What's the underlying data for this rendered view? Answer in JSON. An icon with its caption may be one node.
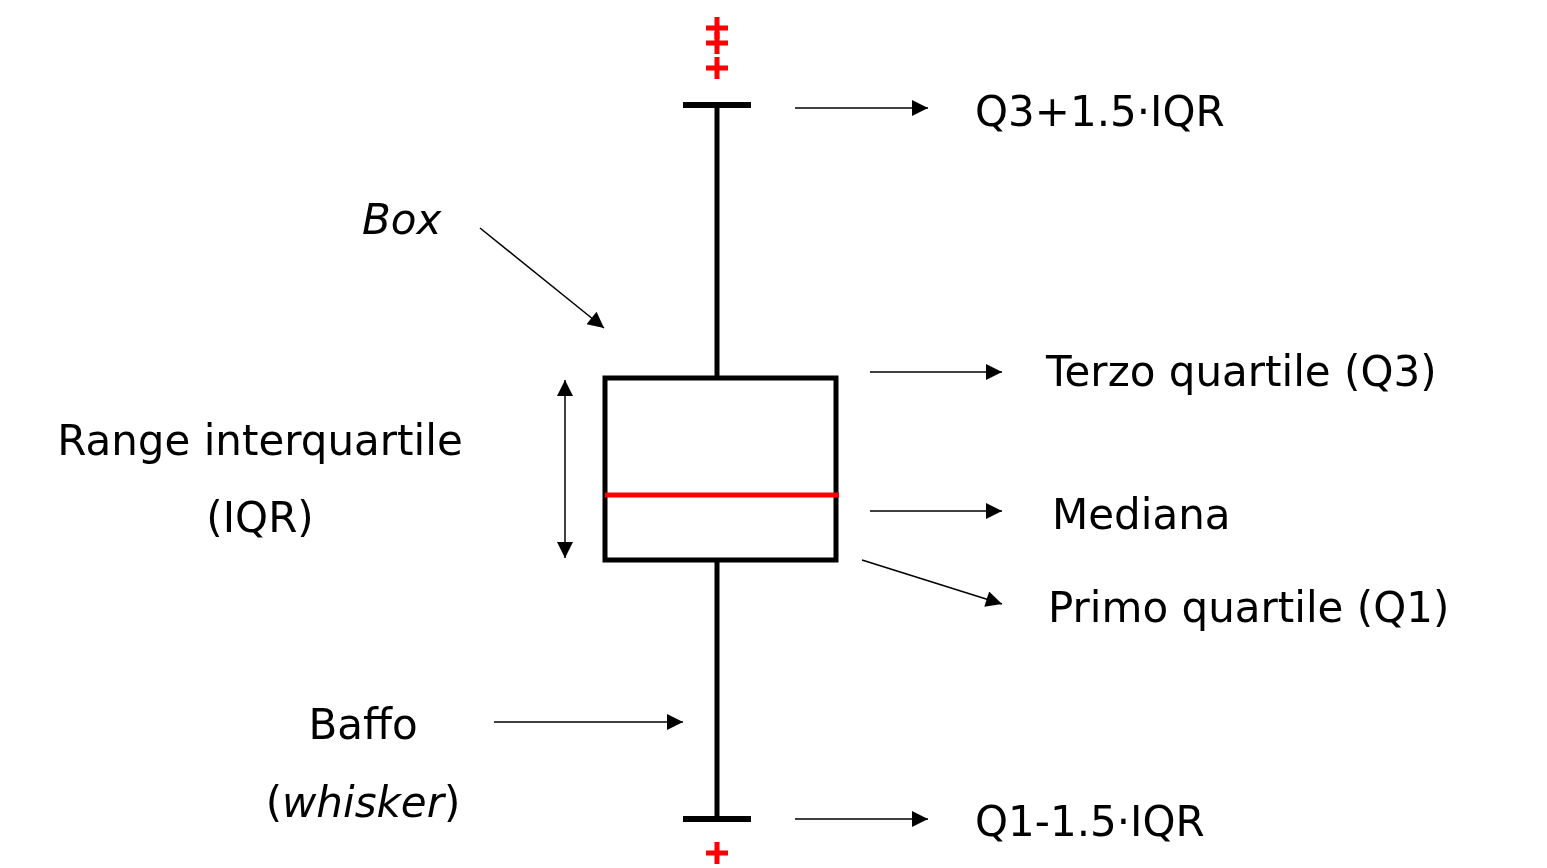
{
  "diagram": {
    "nodes": [
      {
        "text": [
          "Box"
        ]
      },
      {
        "text": [
          "Baffo (*whisker*)"
        ]
      },
      {
        "text": [
          "Q3+1.5·IQR"
        ]
      },
      {
        "text": [
          "Terzo quartile (Q3)"
        ]
      },
      {
        "text": [
          "Mediana"
        ]
      },
      {
        "text": [
          "Primo quartile (Q1)"
        ]
      },
      {
        "text": [
          "Q1-1.5·IQR"
        ]
      },
      {
        "text": [],
        "shape": "line"
      }
    ],
    "edges": [
      {
        "from": 0,
        "to": null,
        "arrow": "to"
      },
      {
        "from": 1,
        "to": 7,
        "arrow": "to"
      },
      {
        "from": null,
        "to": 2,
        "arrow": "to"
      },
      {
        "from": null,
        "to": 3,
        "arrow": "to"
      },
      {
        "from": null,
        "to": 4,
        "arrow": "to"
      },
      {
        "from": null,
        "to": 5,
        "arrow": "to"
      },
      {
        "from": null,
        "to": 6,
        "arrow": "to"
      }
    ],
    "labels": [
      "Range interquartile (IQR)"
    ]
  }
}
